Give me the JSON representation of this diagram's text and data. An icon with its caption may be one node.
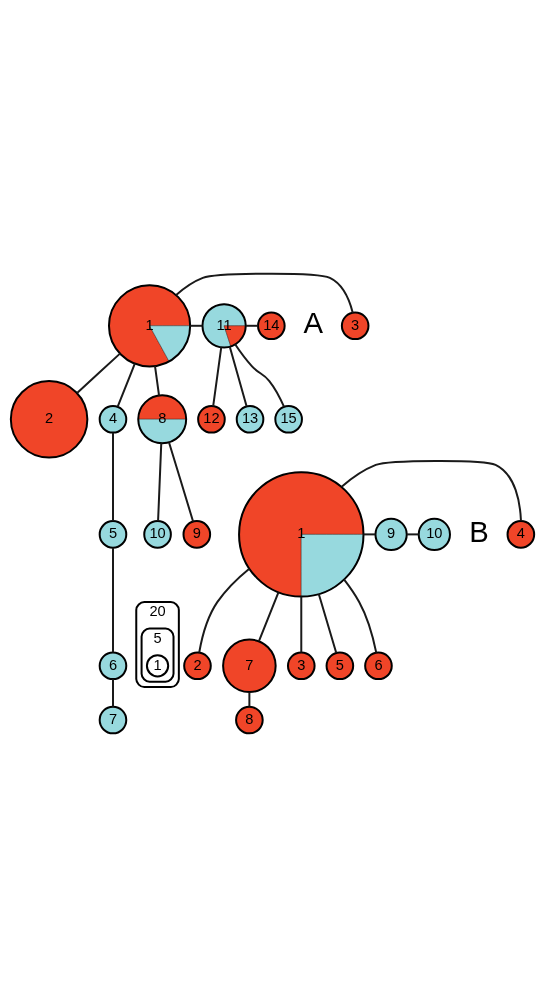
{
  "diagram": {
    "nodes": [
      {
        "text": [
          "1"
        ]
      },
      {
        "text": [
          "2"
        ]
      },
      {
        "text": [
          "3"
        ]
      },
      {
        "text": [
          "4"
        ]
      },
      {
        "text": [
          "5"
        ]
      },
      {
        "text": [
          "6"
        ]
      },
      {
        "text": [
          "7"
        ]
      },
      {
        "text": [
          "8"
        ]
      },
      {
        "text": [
          "9"
        ]
      },
      {
        "text": [
          "10"
        ]
      },
      {
        "text": [
          "11"
        ]
      },
      {
        "text": [
          "12"
        ]
      },
      {
        "text": [
          "13"
        ]
      },
      {
        "text": [
          "14"
        ]
      },
      {
        "text": [
          "15"
        ]
      },
      {
        "text": [
          "20"
        ]
      },
      {
        "text": [
          "5"
        ],
        "in": 15
      },
      {
        "text": [
          "1"
        ],
        "in": 16
      },
      {
        "text": [
          "1"
        ]
      },
      {
        "text": [
          "2"
        ]
      },
      {
        "text": [
          "3"
        ]
      },
      {
        "text": [
          "4"
        ]
      },
      {
        "text": [
          "5"
        ]
      },
      {
        "text": [
          "6"
        ]
      },
      {
        "text": [
          "7"
        ]
      },
      {
        "text": [
          "8"
        ]
      },
      {
        "text": [
          "9"
        ]
      },
      {
        "text": [
          "10"
        ]
      }
    ],
    "edges": [
      {
        "from": 0,
        "to": 1,
        "arrow": "none"
      },
      {
        "from": 0,
        "to": 2,
        "arrow": "none"
      },
      {
        "from": 0,
        "to": 3,
        "arrow": "none"
      },
      {
        "from": 3,
        "to": 4,
        "arrow": "none"
      },
      {
        "from": 4,
        "to": 5,
        "arrow": "none"
      },
      {
        "from": 5,
        "to": 6,
        "arrow": "none"
      },
      {
        "from": 0,
        "to": 7,
        "arrow": "none"
      },
      {
        "from": 7,
        "to": 8,
        "arrow": "none"
      },
      {
        "from": 7,
        "to": 9,
        "arrow": "none"
      },
      {
        "from": 0,
        "to": 10,
        "arrow": "none"
      },
      {
        "from": 10,
        "to": 14,
        "arrow": "none"
      },
      {
        "from": 10,
        "to": 13,
        "arrow": "none"
      },
      {
        "from": 10,
        "to": 11,
        "arrow": "none"
      },
      {
        "from": 10,
        "to": 12,
        "arrow": "none"
      },
      {
        "from": 18,
        "to": 19,
        "arrow": "none"
      },
      {
        "from": 18,
        "to": 20,
        "arrow": "none"
      },
      {
        "from": 18,
        "to": 21,
        "arrow": "none"
      },
      {
        "from": 18,
        "to": 22,
        "arrow": "none"
      },
      {
        "from": 18,
        "to": 23,
        "arrow": "none"
      },
      {
        "from": 18,
        "to": 24,
        "arrow": "none"
      },
      {
        "from": 24,
        "to": 25,
        "arrow": "none"
      },
      {
        "from": 18,
        "to": 26,
        "arrow": "none"
      },
      {
        "from": 26,
        "to": 27,
        "arrow": "none"
      }
    ],
    "labels": [
      "A",
      "B"
    ]
  }
}
